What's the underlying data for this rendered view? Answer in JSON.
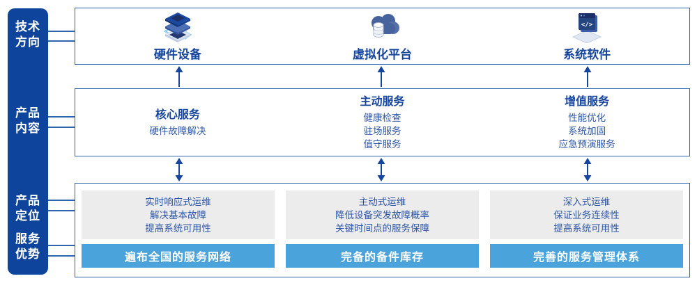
{
  "colors": {
    "sidebar_bg": "#0E449C",
    "box_border": "#2E63AE",
    "heading_text": "#16459D",
    "body_text": "#2D55A5",
    "gray_panel_bg": "#ECECEC",
    "bar_bg": "#4AA4DB",
    "bar_text": "#FFFFFF",
    "arrow": "#16459D"
  },
  "sidebar": {
    "items": [
      {
        "label": "技术方向",
        "line1": "技术",
        "line2": "方向"
      },
      {
        "label": "产品内容",
        "line1": "产品",
        "line2": "内容"
      },
      {
        "label": "产品定位",
        "line1": "产品",
        "line2": "定位"
      },
      {
        "label": "服务优势",
        "line1": "服务",
        "line2": "优势"
      }
    ]
  },
  "tech_row": {
    "items": [
      {
        "icon": "server-stack-icon",
        "label": "硬件设备"
      },
      {
        "icon": "cloud-database-icon",
        "label": "虚拟化平台"
      },
      {
        "icon": "software-window-icon",
        "label": "系统软件"
      }
    ]
  },
  "service_row": {
    "columns": [
      {
        "heading": "核心服务",
        "items": [
          "硬件故障解决"
        ]
      },
      {
        "heading": "主动服务",
        "items": [
          "健康检查",
          "驻场服务",
          "值守服务"
        ]
      },
      {
        "heading": "增值服务",
        "items": [
          "性能优化",
          "系统加固",
          "应急预演服务"
        ]
      }
    ]
  },
  "position_row": {
    "columns": [
      {
        "lines": [
          "实时响应式运维",
          "解决基本故障",
          "提高系统可用性"
        ],
        "bar": "遍布全国的服务网络"
      },
      {
        "lines": [
          "主动式运维",
          "降低设备突发故障概率",
          "关键时间点的服务保障"
        ],
        "bar": "完备的备件库存"
      },
      {
        "lines": [
          "深入式运维",
          "保证业务连续性",
          "提高系统可用性"
        ],
        "bar": "完善的服务管理体系"
      }
    ]
  }
}
